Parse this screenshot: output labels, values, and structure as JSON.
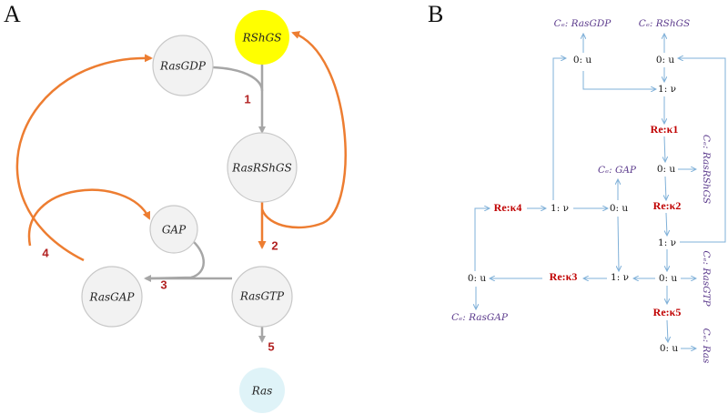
{
  "panel_a": {
    "label": "A",
    "nodes": {
      "rshgs": {
        "label": "RShGS",
        "color": "#ffff00"
      },
      "rasgdp": {
        "label": "RasGDP",
        "color": "#f2f2f2"
      },
      "rasrshgs": {
        "label": "RasRShGS",
        "color": "#f2f2f2"
      },
      "gap": {
        "label": "GAP",
        "color": "#f2f2f2"
      },
      "rasgap": {
        "label": "RasGAP",
        "color": "#f2f2f2"
      },
      "rasgtp": {
        "label": "RasGTP",
        "color": "#f2f2f2"
      },
      "ras": {
        "label": "Ras",
        "color": "#dff3f8"
      }
    },
    "reactions": {
      "r1": "1",
      "r2": "2",
      "r3": "3",
      "r4": "4",
      "r5": "5"
    },
    "colors": {
      "reaction_edge": "#a6a6a6",
      "regulatory_edge": "#ed7d31",
      "reaction_number": "#b22222"
    }
  },
  "panel_b": {
    "label": "B",
    "ce": {
      "rasgdp": "Cₑ: RasGDP",
      "rshgs": "Cₑ: RShGS",
      "rasrshgs": "Cₑ: RasRShGS",
      "gap": "Cₑ: GAP",
      "rasgtp": "Cₑ: RasGTP",
      "rasgap": "Cₑ: RasGAP",
      "ras": "Cₑ: Ras"
    },
    "junctions": {
      "zero": "0: u",
      "one": "1: ν"
    },
    "re": {
      "k1": "Re:κ1",
      "k2": "Re:κ2",
      "k3": "Re:κ3",
      "k4": "Re:κ4",
      "k5": "Re:κ5"
    },
    "colors": {
      "bond": "#7fb0d8",
      "re": "#c00000",
      "ce": "#5b3a8c"
    }
  }
}
